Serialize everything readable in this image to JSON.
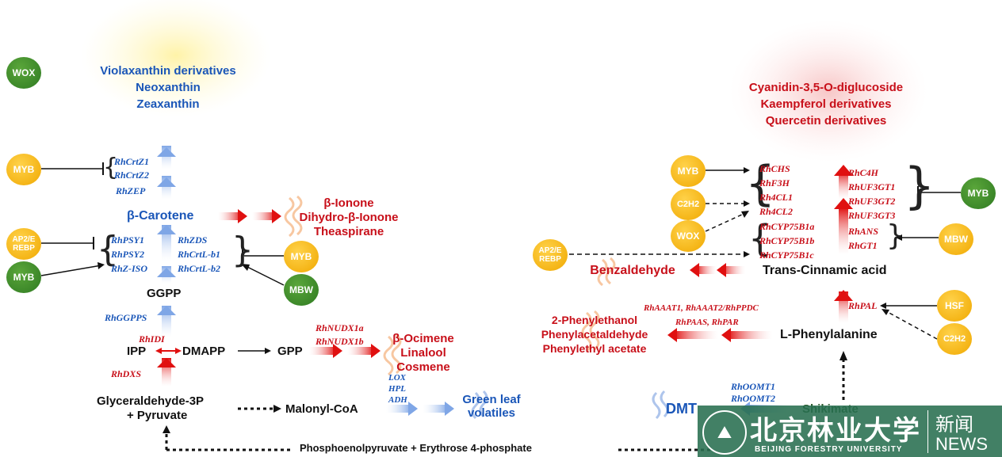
{
  "products": {
    "carotenoids": [
      "Violaxanthin derivatives",
      "Neoxanthin",
      "Zeaxanthin"
    ],
    "anthocyanins": [
      "Cyanidin-3,5-O-diglucoside",
      "Kaempferol derivatives",
      "Quercetin derivatives"
    ],
    "apocarotenoids": [
      "β-Ionone",
      "Dihydro-β-Ionone",
      "Theaspirane"
    ],
    "monoterpenes": [
      "β-Ocimene",
      "Linalool",
      "Cosmene"
    ],
    "green_leaf": [
      "Green leaf",
      "volatiles"
    ],
    "benzaldehyde": "Benzaldehyde",
    "phenylethyl": [
      "2-Phenylethanol",
      "Phenylacetaldehyde",
      "Phenylethyl acetate"
    ],
    "dmt": "DMT"
  },
  "metabolites": {
    "beta_carotene": "β-Carotene",
    "ggpp": "GGPP",
    "ipp": "IPP",
    "dmapp": "DMAPP",
    "gpp": "GPP",
    "g3p": "Glyceraldehyde-3P",
    "pyruvate": "+ Pyruvate",
    "malonyl": "Malonyl-CoA",
    "pep": "Phosphoenolpyruvate + Erythrose 4-phosphate",
    "shikimate": "Shikimate",
    "phe": "L-Phenylalanine",
    "tca": "Trans-Cinnamic acid"
  },
  "genes": {
    "crtz": [
      "RhCrtZ1",
      "RhCrtZ2"
    ],
    "zep": "RhZEP",
    "psy": [
      "RhPSY1",
      "RhPSY2",
      "RhZ-ISO"
    ],
    "zds": [
      "RhZDS",
      "RhCrtL-b1",
      "RhCrtL-b2"
    ],
    "ggpps": "RhGGPPS",
    "idi": "RhIDI",
    "dxs": "RhDXS",
    "nudx": [
      "RhNUDX1a",
      "RhNUDX1b"
    ],
    "lox": [
      "LOX",
      "HPL",
      "ADH"
    ],
    "oomt": [
      "RhOOMT1",
      "RhOOMT2"
    ],
    "aaat": [
      "RhAAAT1, RhAAAT2/RhPPDC",
      "RhPAAS, RhPAR"
    ],
    "pal": "RhPAL",
    "chs": [
      "RhCHS",
      "RhF3H",
      "Rh4CL1",
      "Rh4CL2"
    ],
    "cyp": [
      "RhCYP75B1a",
      "RhCYP75B1b",
      "RhCYP75B1c"
    ],
    "c4h": [
      "RhC4H",
      "RhUF3GT1",
      "RhUF3GT2",
      "RhUF3GT3"
    ],
    "ans": [
      "RhANS",
      "RhGT1"
    ]
  },
  "regulators": {
    "wox": "WOX",
    "myb": "MYB",
    "ap2": [
      "AP2/E",
      "REBP"
    ],
    "mbw": "MBW",
    "c2h2": "C2H2",
    "hsf": "HSF"
  },
  "logo": {
    "chinese_name": "北京林业大学",
    "english_name": "BEIJING FORESTRY UNIVERSITY",
    "news_cn": "新闻",
    "news_en": "NEWS"
  },
  "colors": {
    "blue_pathway": "#1a56b8",
    "red_pathway": "#c8101a",
    "regulator_yellow": "#f0a800",
    "regulator_green": "#2f7a22"
  }
}
